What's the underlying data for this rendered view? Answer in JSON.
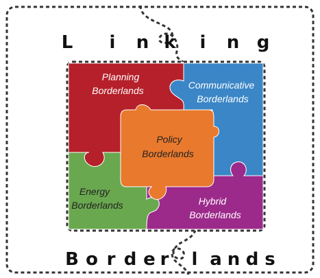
{
  "title_top": [
    "L",
    "i",
    "n",
    "k",
    "i",
    "n",
    "g"
  ],
  "title_bottom": [
    "B",
    "o",
    "r",
    "d",
    "e",
    "r",
    "l",
    "a",
    "n",
    "d",
    "s"
  ],
  "pieces": {
    "planning": {
      "line1": "Planning",
      "line2": "Borderlands",
      "color": "#b5202a"
    },
    "communicative": {
      "line1": "Communicative",
      "line2": "Borderlands",
      "color": "#3b86c6"
    },
    "policy": {
      "line1": "Policy",
      "line2": "Borderlands",
      "color": "#e8792d"
    },
    "energy": {
      "line1": "Energy",
      "line2": "Borderlands",
      "color": "#6aa84f"
    },
    "hybrid": {
      "line1": "Hybrid",
      "line2": "Borderlands",
      "color": "#9c2a8b"
    }
  },
  "colors": {
    "dash": "#333333",
    "frame_bg": "#ffffff"
  }
}
